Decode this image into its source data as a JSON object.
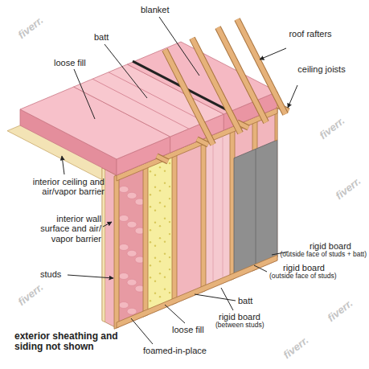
{
  "diagram": {
    "labels": [
      "blanket",
      "batt",
      "loose fill",
      "roof rafters",
      "ceiling joists",
      "interior ceiling and air/vapor barrier",
      "interior wall surface and air/ vapor barrier",
      "studs",
      "rigid board",
      "(outside face of studs + batt)",
      "rigid board",
      "(outside face of studs)",
      "batt",
      "rigid board",
      "(between studs)",
      "loose fill",
      "foamed-in-place",
      "exterior sheathing and siding not shown",
      "fiverr.",
      "fiverr.",
      "fiverr.",
      "fiverr.",
      "fiverr.",
      "fiverr."
    ]
  }
}
